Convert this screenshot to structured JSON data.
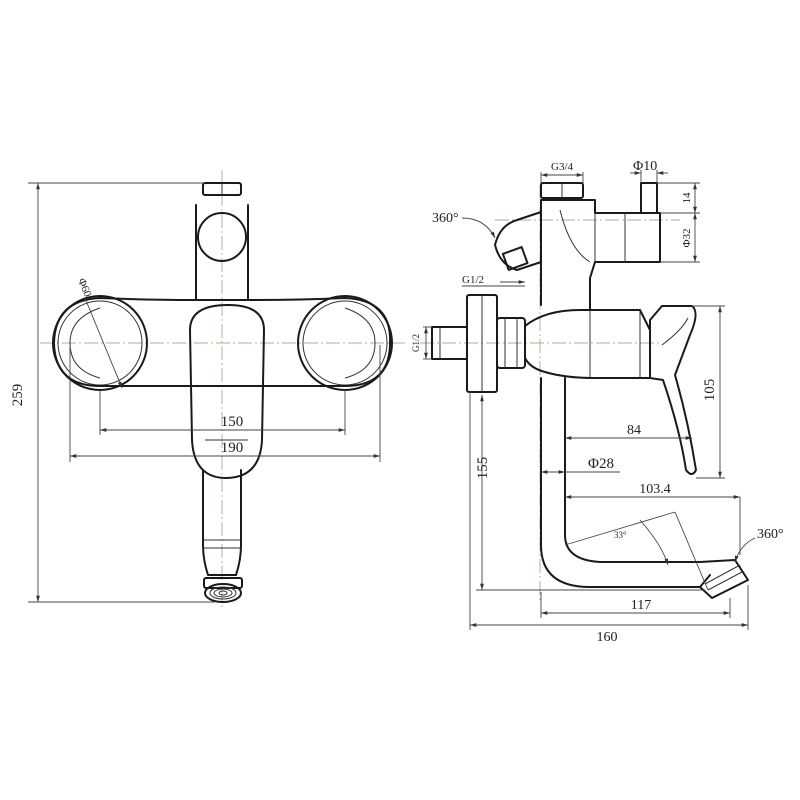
{
  "front_view": {
    "height": "259",
    "spacing_inner": "150",
    "spacing_outer": "190",
    "flange_diameter": "Φ60"
  },
  "side_view": {
    "top_thread": "G3/4",
    "diverter_diameter": "Φ10",
    "diverter_height": "14",
    "body_diameter": "Φ32",
    "rotation_top": "360°",
    "inlet_thread": "G1/2",
    "side_thread": "G1/2",
    "handle_height": "105",
    "handle_reach": "84",
    "spout_diameter": "Φ28",
    "height_155": "155",
    "spout_span": "103.4",
    "spout_angle": "33°",
    "rotation_spout": "360°",
    "spout_reach": "117",
    "total_depth": "160"
  }
}
